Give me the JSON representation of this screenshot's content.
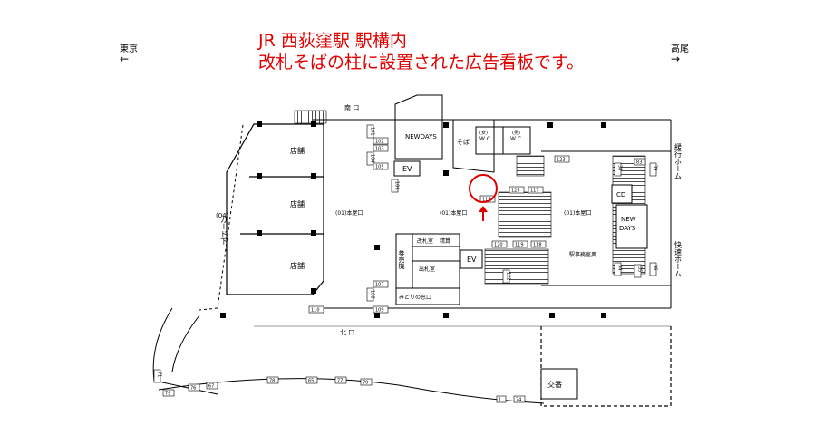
{
  "title": {
    "line1": "JR 西荻窪駅 駅構内",
    "line2": "改札そばの柱に設置された広告看板です。"
  },
  "directions": {
    "left": "東京",
    "right": "高尾",
    "left_arrow": "←",
    "right_arrow": "→"
  },
  "exits": {
    "south": "南 口",
    "north": "北 口"
  },
  "areas": {
    "shop": "店舗",
    "newdays": "NEWDAYS",
    "soba": "そば",
    "wc": "W C",
    "wc_female": "(女)",
    "wc_male": "(男)",
    "ev": "EV",
    "honya_guchi": "(01)本屋口",
    "kaisatsu": "改札室",
    "seisan": "精算",
    "kenbaiki": "券売機",
    "desatsu": "出札室",
    "midori": "みどりの窓口",
    "ekijimu": "駅事務室奥",
    "cd": "CD",
    "new_days_line1": "NEW",
    "new_days_line2": "DAYS",
    "koban": "交番",
    "guard_num": "(04)",
    "guard": "ガード下"
  },
  "platforms": {
    "local": "緩行ホーム",
    "rapid": "快速ホーム"
  },
  "board_numbers": [
    "101",
    "102",
    "103",
    "104",
    "105",
    "106",
    "107",
    "108",
    "109",
    "110",
    "115",
    "117",
    "118",
    "119",
    "120",
    "122",
    "123",
    "125",
    "38",
    "83",
    "39",
    "34",
    "35",
    "36",
    "78",
    "65",
    "77",
    "70",
    "79",
    "76",
    "67",
    "71",
    "1",
    "74"
  ],
  "highlight": {
    "number": "115",
    "color": "#e00000"
  }
}
